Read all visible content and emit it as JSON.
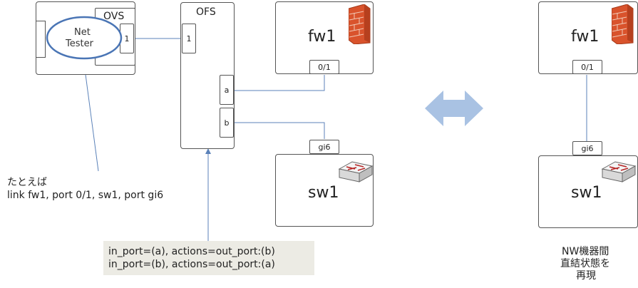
{
  "ovs": {
    "label": "OVS",
    "port_label": "1"
  },
  "tester": {
    "line1": "Net",
    "line2": "Tester"
  },
  "ofs": {
    "label": "OFS",
    "port1_label": "1",
    "port_a_label": "a",
    "port_b_label": "b"
  },
  "fw1_left": {
    "label": "fw1",
    "port_label": "0/1"
  },
  "sw1_left": {
    "label": "sw1",
    "port_label": "gi6"
  },
  "fw1_right": {
    "label": "fw1",
    "port_label": "0/1"
  },
  "sw1_right": {
    "label": "sw1",
    "port_label": "gi6"
  },
  "example_note": {
    "line1": "たとえば",
    "line2": "link fw1, port 0/1, sw1, port gi6"
  },
  "flows": {
    "line1": "in_port=(a), actions=out_port:(b)",
    "line2": "in_port=(b), actions=out_port:(a)"
  },
  "caption": {
    "line1": "NW機器間",
    "line2": "直結状態を",
    "line3": "再現"
  },
  "colors": {
    "line": "#5b82b9",
    "tester_ellipse": "#4a75b5",
    "arrow_fill": "#a9c2e3",
    "flow_box": "#ecebe4",
    "firewall": "#d9532c"
  }
}
